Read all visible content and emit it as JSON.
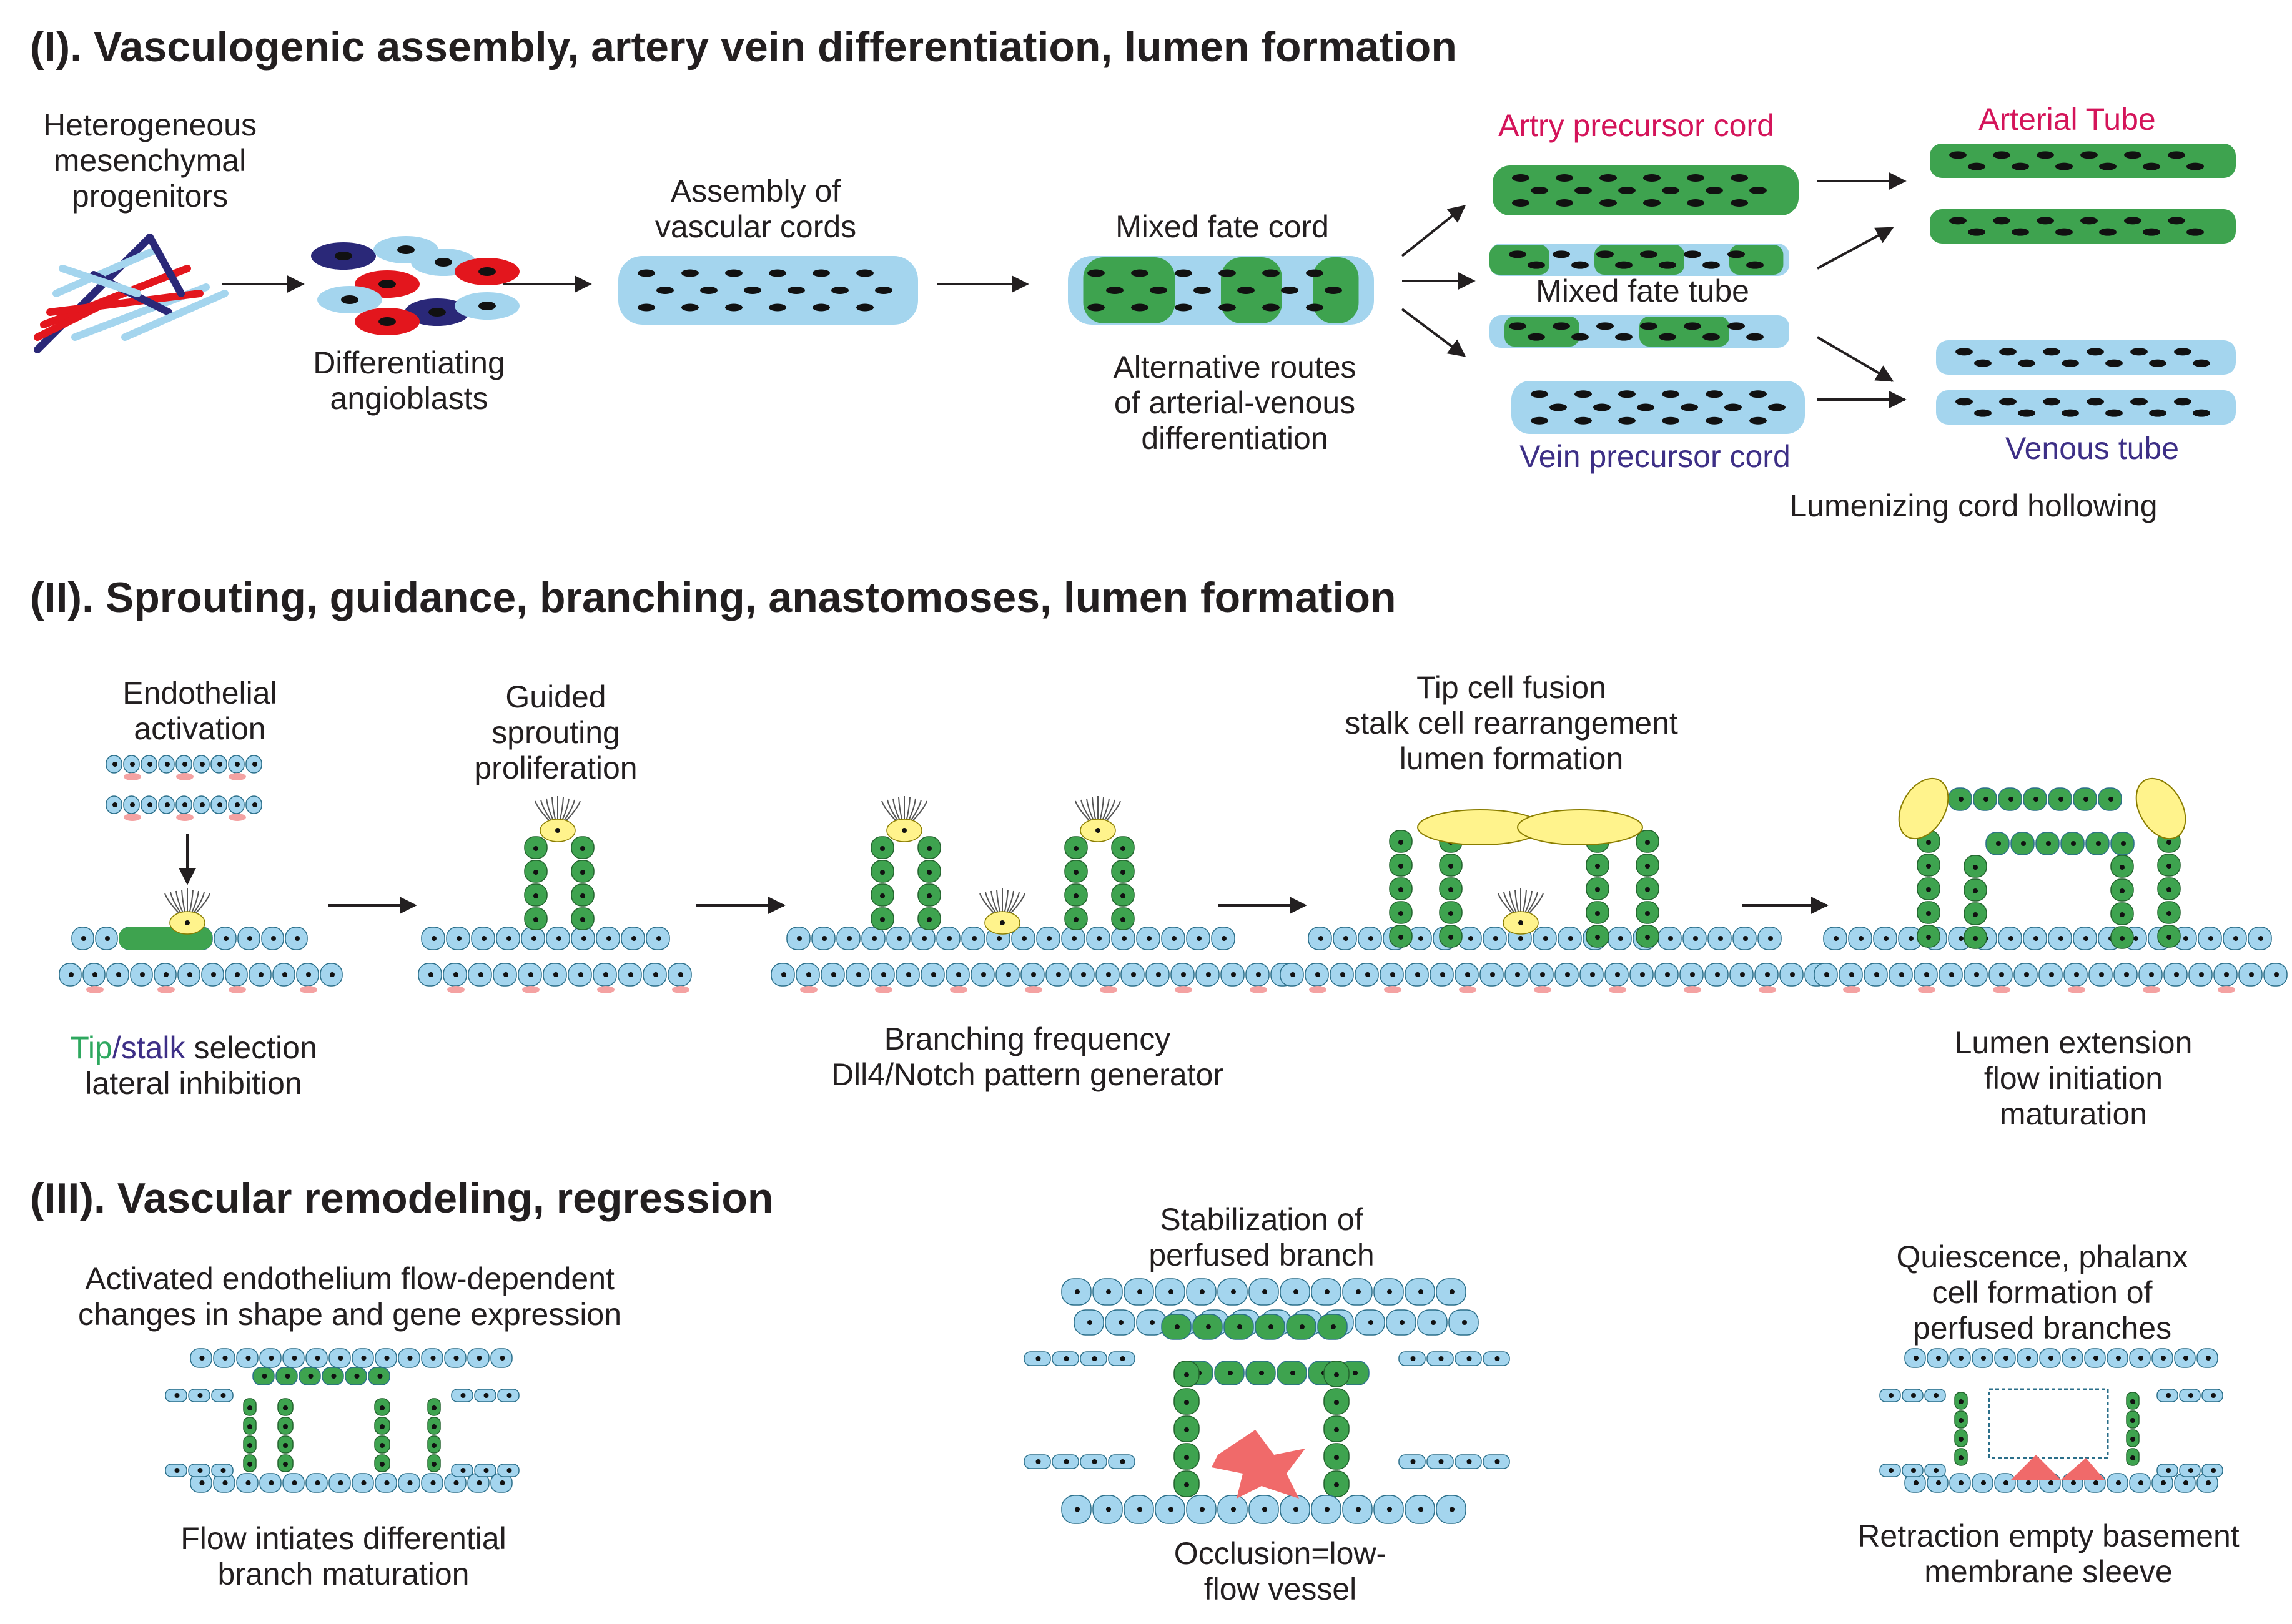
{
  "colors": {
    "endothelial_blue": "#a4d5ee",
    "arterial_green": "#3ea34f",
    "tip_cell_yellow": "#fff38c",
    "artery_label": "#d4145a",
    "vein_label": "#3d2f86",
    "tip_label": "#2ea85f",
    "angioblast_red": "#e3161d",
    "angioblast_navy": "#2a2878",
    "occlusion_red": "#f06a6a"
  },
  "panel1": {
    "title": "(I). Vasculogenic assembly, artery vein differentiation, lumen formation",
    "progenitors": [
      "Heterogeneous",
      "mesenchymal",
      "progenitors"
    ],
    "angioblasts": [
      "Differentiating",
      "angioblasts"
    ],
    "cords": [
      "Assembly of",
      "vascular cords"
    ],
    "mixed_cord": "Mixed fate cord",
    "alt_routes": [
      "Alternative routes",
      "of arterial-venous",
      "differentiation"
    ],
    "artery_precursor": "Artry precursor cord",
    "mixed_tube": "Mixed fate tube",
    "vein_precursor": "Vein precursor cord",
    "arterial_tube": "Arterial Tube",
    "venous_tube": "Venous tube",
    "lumenizing": "Lumenizing cord hollowing"
  },
  "panel2": {
    "title": "(II). Sprouting, guidance, branching, anastomoses, lumen formation",
    "activation": [
      "Endothelial",
      "activation"
    ],
    "tip_word": "Tip",
    "slash": "/",
    "stalk_word": "stalk",
    "selection_rest": " selection",
    "lateral": "lateral inhibition",
    "guided": [
      "Guided",
      "sprouting",
      "proliferation"
    ],
    "branching": [
      "Branching frequency",
      "Dll4/Notch pattern generator"
    ],
    "fusion": [
      "Tip cell fusion",
      "stalk cell rearrangement",
      "lumen formation"
    ],
    "lumen_ext": [
      "Lumen extension",
      "flow initiation",
      "maturation"
    ]
  },
  "panel3": {
    "title": "(III). Vascular remodeling, regression",
    "activated": [
      "Activated endothelium flow-dependent",
      "changes in shape and gene expression"
    ],
    "flow_initiates": [
      "Flow intiates differential",
      "branch maturation"
    ],
    "stabilization": [
      "Stabilization of",
      "perfused branch"
    ],
    "occlusion": [
      "Occlusion=low-",
      "flow vessel"
    ],
    "quiescence": [
      "Quiescence, phalanx",
      "cell formation of",
      "perfused branches"
    ],
    "retraction": [
      "Retraction empty basement",
      "membrane sleeve"
    ]
  }
}
